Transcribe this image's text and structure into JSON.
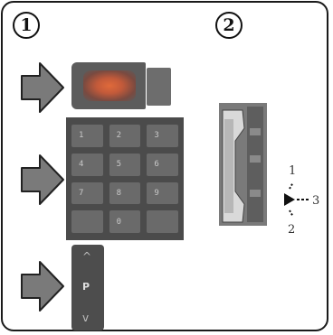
{
  "steps": {
    "one": "1",
    "two": "2"
  },
  "icons": [
    "arrow-right-icon",
    "joystick-icon"
  ],
  "keypad": {
    "keys": [
      "1",
      "2",
      "3",
      "4",
      "5",
      "6",
      "7",
      "8",
      "9",
      "",
      "0",
      ""
    ]
  },
  "program_rocker": {
    "up_symbol": "^",
    "label": "P",
    "down_symbol": "v"
  },
  "joystick": {
    "dir1": "1",
    "dir2": "2",
    "dir3": "3"
  }
}
